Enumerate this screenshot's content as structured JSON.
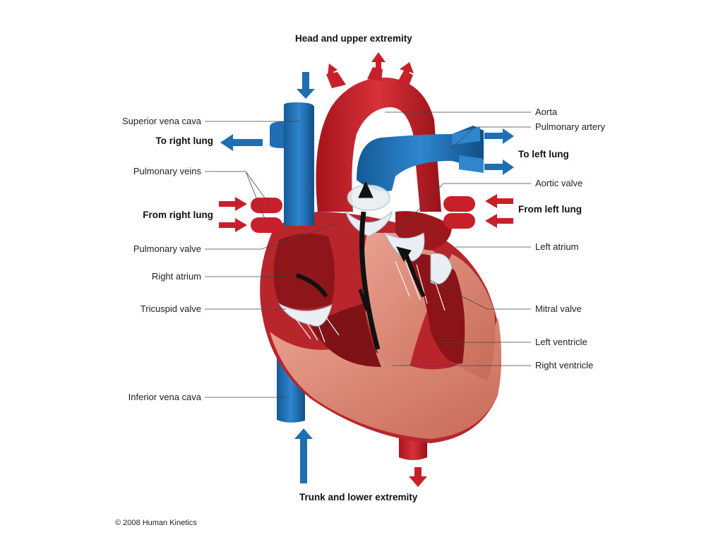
{
  "labels": {
    "head_upper": "Head and upper extremity",
    "trunk_lower": "Trunk and lower extremity",
    "superior_vena_cava": "Superior vena cava",
    "to_right_lung": "To right lung",
    "pulmonary_veins": "Pulmonary veins",
    "from_right_lung": "From right lung",
    "pulmonary_valve": "Pulmonary valve",
    "right_atrium": "Right atrium",
    "tricuspid_valve": "Tricuspid valve",
    "inferior_vena_cava": "Inferior vena cava",
    "aorta": "Aorta",
    "pulmonary_artery": "Pulmonary artery",
    "to_left_lung": "To left lung",
    "aortic_valve": "Aortic valve",
    "from_left_lung": "From left lung",
    "left_atrium": "Left atrium",
    "mitral_valve": "Mitral valve",
    "left_ventricle": "Left ventricle",
    "right_ventricle": "Right ventricle"
  },
  "copyright": "© 2008 Human Kinetics",
  "colors": {
    "oxygenated": "#c8202a",
    "deoxygenated": "#1f6db3",
    "muscle": "#d9826e",
    "valve": "#e8eef3"
  }
}
